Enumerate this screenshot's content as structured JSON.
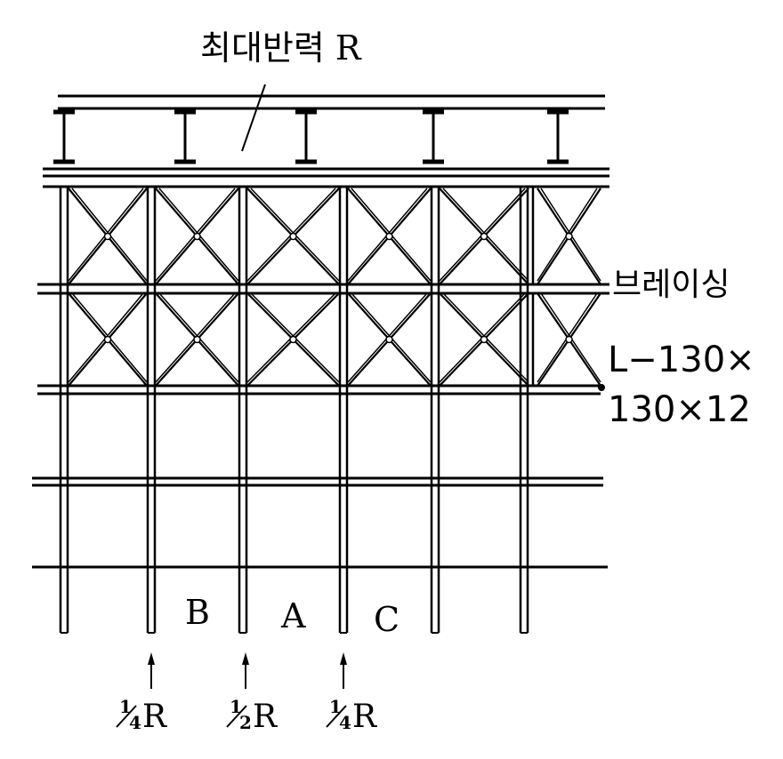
{
  "labels": {
    "max_reaction": "최대반력 R",
    "bracing": "브레이싱",
    "angle_line1": "L−130×",
    "angle_line2": "130×12",
    "zone_b": "B",
    "zone_a": "A",
    "zone_c": "C"
  },
  "loads": [
    {
      "num": "1",
      "den": "4",
      "sym": "R"
    },
    {
      "num": "1",
      "den": "2",
      "sym": "R"
    },
    {
      "num": "1",
      "den": "4",
      "sym": "R"
    }
  ]
}
